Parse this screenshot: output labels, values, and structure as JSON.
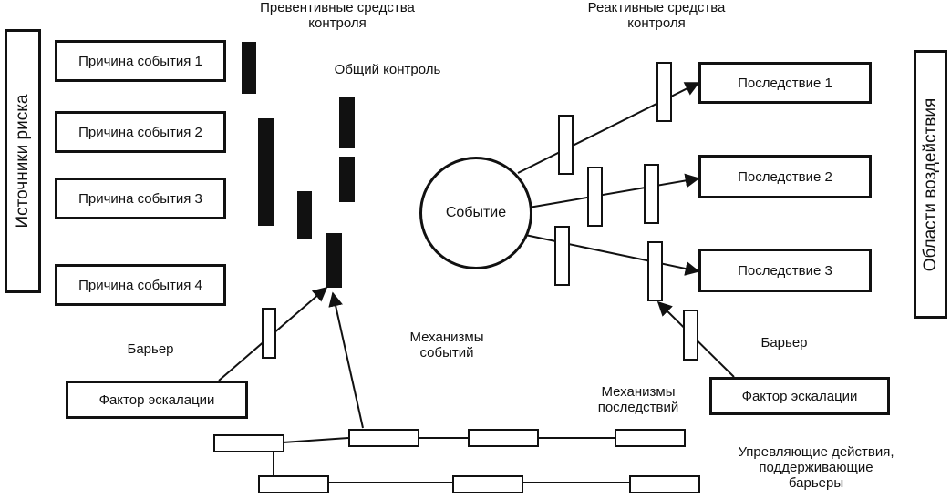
{
  "headers": {
    "preventive": "Превентивные средства\nконтроля",
    "reactive": "Реактивные средства\nконтроля",
    "general_control": "Общий контроль"
  },
  "sides": {
    "left": "Источники риска",
    "right": "Области воздействия"
  },
  "causes": [
    "Причина события 1",
    "Причина события 2",
    "Причина события 3",
    "Причина события 4"
  ],
  "event": "Событие",
  "consequences": [
    "Последствие 1",
    "Последствие 2",
    "Последствие 3"
  ],
  "barrier_left": "Барьер",
  "barrier_right": "Барьер",
  "escalation_left": "Фактор эскалации",
  "escalation_right": "Фактор эскалации",
  "event_mechanisms": "Механизмы\nсобытий",
  "consequence_mechanisms": "Механизмы\nпоследствий",
  "management_actions": "Упревляющие действия,\nподдерживающие\nбарьеры"
}
